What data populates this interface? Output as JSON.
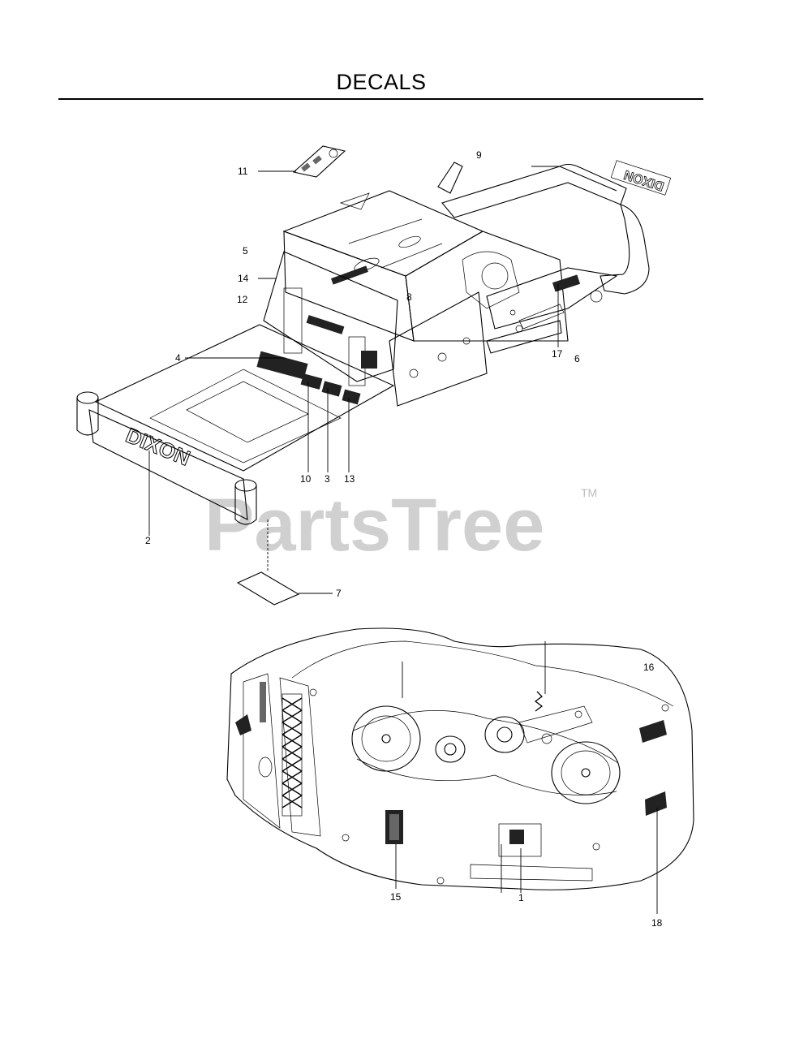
{
  "page": {
    "title": "DECALS"
  },
  "watermark": {
    "text": "PartsTree",
    "trademark": "TM"
  },
  "callouts": {
    "c1": "1",
    "c2": "2",
    "c3": "3",
    "c4": "4",
    "c5": "5",
    "c6": "6",
    "c7": "7",
    "c8": "8",
    "c9": "9",
    "c10": "10",
    "c11": "11",
    "c12": "12",
    "c13": "13",
    "c14": "14",
    "c15": "15",
    "c16": "16",
    "c17": "17",
    "c18": "18"
  },
  "logos": {
    "brand": "DIXON"
  }
}
